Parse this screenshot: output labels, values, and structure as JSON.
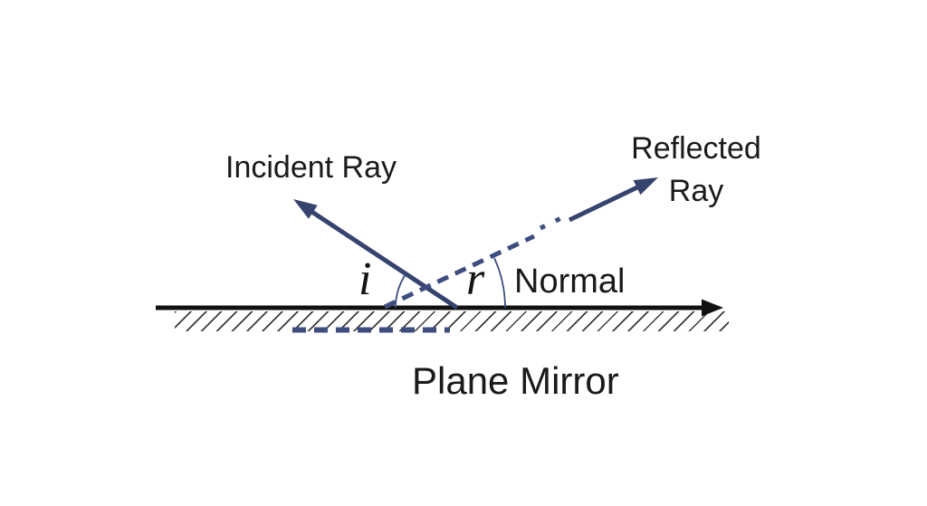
{
  "diagram": {
    "type": "physics-ray-diagram",
    "subject": "reflection of light on a plane mirror",
    "labels": {
      "incident_ray": "Incident Ray",
      "reflected_ray_line1": "Reflected",
      "reflected_ray_line2": "Ray",
      "normal": "Normal",
      "plane_mirror": "Plane Mirror",
      "angle_of_incidence": "i",
      "angle_of_reflection": "r"
    },
    "colors": {
      "ray_solid": "#36436f",
      "ray_dashed": "#3e4d80",
      "angle_arc": "#3e4d80",
      "mirror_line": "#111111",
      "hatch": "#3a3a3a",
      "text": "#1a1a1a",
      "background": "#ffffff"
    }
  }
}
